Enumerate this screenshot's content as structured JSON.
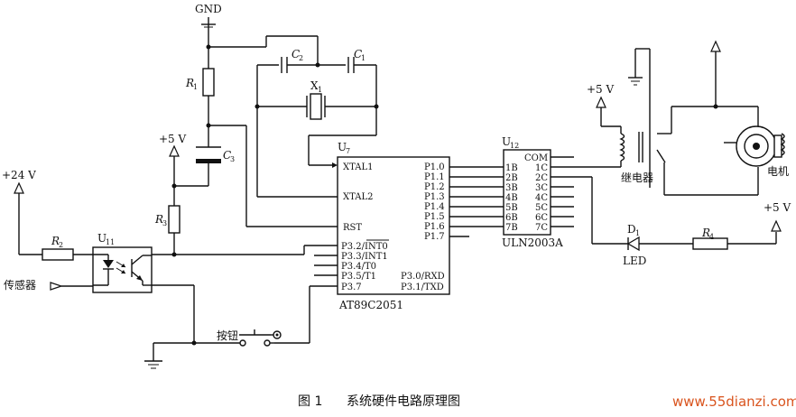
{
  "labels": {
    "gnd": "GND",
    "plus24v": "+24 V",
    "plus5v_left": "+5 V",
    "plus5v_relay": "+5 V",
    "plus5v_led": "+5 V",
    "sensor": "传感器",
    "button": "按钮",
    "relay": "继电器",
    "motor": "电机",
    "led": "LED"
  },
  "components": {
    "r1": {
      "letter": "R",
      "sub": "1"
    },
    "r2": {
      "letter": "R",
      "sub": "2"
    },
    "r3": {
      "letter": "R",
      "sub": "3"
    },
    "r4": {
      "letter": "R",
      "sub": "4"
    },
    "c1": {
      "letter": "C",
      "sub": "1"
    },
    "c2": {
      "letter": "C",
      "sub": "2"
    },
    "c3": {
      "letter": "C",
      "sub": "3"
    },
    "x1": {
      "letter": "X",
      "sub": "1"
    },
    "d1": {
      "letter": "D",
      "sub": "1"
    },
    "u7": {
      "letter": "U",
      "sub": "7"
    },
    "u11": {
      "letter": "U",
      "sub": "11"
    },
    "u12": {
      "letter": "U",
      "sub": "12"
    }
  },
  "mcu": {
    "name": "AT89C2051",
    "left_pins": [
      "XTAL1",
      "XTAL2",
      "RST",
      "P3.2/INT0",
      "P3.3/INT1",
      "P3.4/T0",
      "P3.5/T1",
      "P3.7"
    ],
    "right_pins": [
      "P1.0",
      "P1.1",
      "P1.2",
      "P1.3",
      "P1.4",
      "P1.5",
      "P1.6",
      "P1.7"
    ],
    "bottom_right_pins": [
      "P3.0/RXD",
      "P3.1/TXD"
    ]
  },
  "driver": {
    "name": "ULN2003A",
    "left_pins": [
      "1B",
      "2B",
      "3B",
      "4B",
      "5B",
      "6B",
      "7B"
    ],
    "right_pins": [
      "COM",
      "1C",
      "2C",
      "3C",
      "4C",
      "5C",
      "6C",
      "7C"
    ]
  },
  "caption": {
    "figure": "图 1",
    "title": "系统硬件电路原理图"
  },
  "watermark": "www.55dianzi.com"
}
